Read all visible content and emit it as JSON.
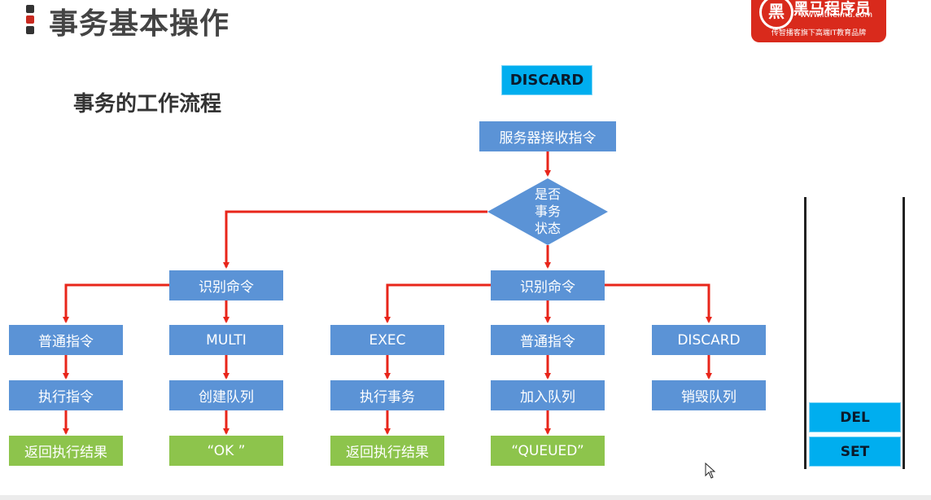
{
  "header": {
    "title": "事务基本操作",
    "subtitle": "事务的工作流程"
  },
  "logo": {
    "mark": "黑",
    "name": "黑马程序员",
    "url": "www.itheima.com",
    "tagline": "传智播客旗下高端IT教育品牌"
  },
  "diagram": {
    "top_label": "DISCARD",
    "server_receive": "服务器接收指令",
    "decision": [
      "是否",
      "事务",
      "状态"
    ],
    "left_branch": {
      "identify": "识别命令",
      "normal": {
        "cmd": "普通指令",
        "action": "执行指令",
        "result": "返回执行结果"
      },
      "multi": {
        "cmd": "MULTI",
        "action": "创建队列",
        "result": "“OK ”"
      }
    },
    "right_branch": {
      "identify": "识别命令",
      "exec": {
        "cmd": "EXEC",
        "action": "执行事务",
        "result": "返回执行结果"
      },
      "normal": {
        "cmd": "普通指令",
        "action": "加入队列",
        "result": "“QUEUED”"
      },
      "discard": {
        "cmd": "DISCARD",
        "action": "销毁队列"
      }
    }
  },
  "queue_stack": [
    "DEL",
    "SET"
  ],
  "colors": {
    "box_blue": "#5b93d6",
    "box_green": "#8dc44c",
    "arrow_red": "#e8251a",
    "stack_cyan": "#00aeef",
    "logo_red": "#d92a1c"
  }
}
